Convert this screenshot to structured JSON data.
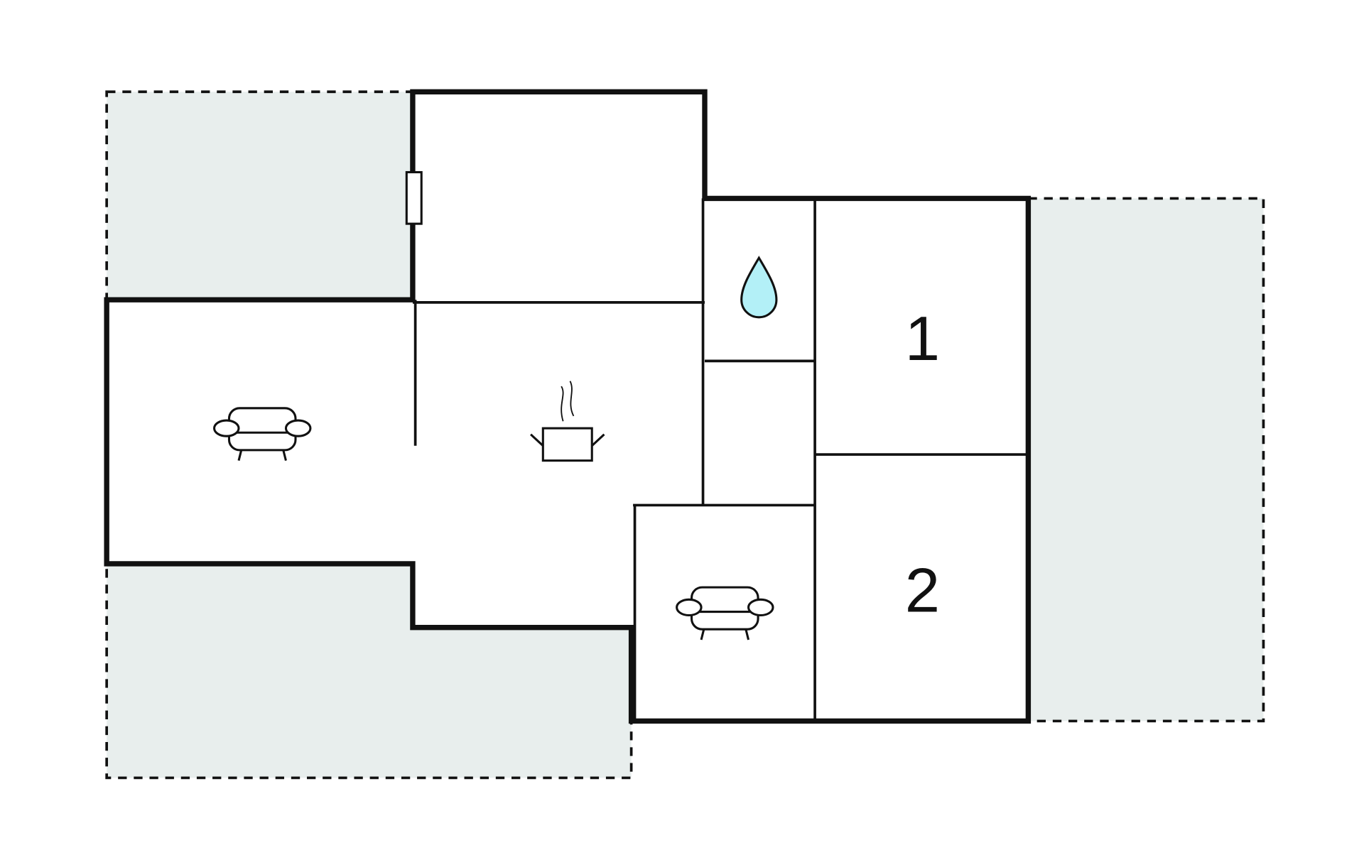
{
  "plan": {
    "rooms": [
      {
        "id": "bedroom-1",
        "label": "1"
      },
      {
        "id": "bedroom-2",
        "label": "2"
      }
    ],
    "icons": [
      "sofa-icon",
      "cooking-pot-icon",
      "water-drop-icon",
      "sofa-icon"
    ],
    "colors": {
      "terrace": "#e8eeed",
      "wall": "#111111",
      "water": "#b3f0f7"
    }
  }
}
